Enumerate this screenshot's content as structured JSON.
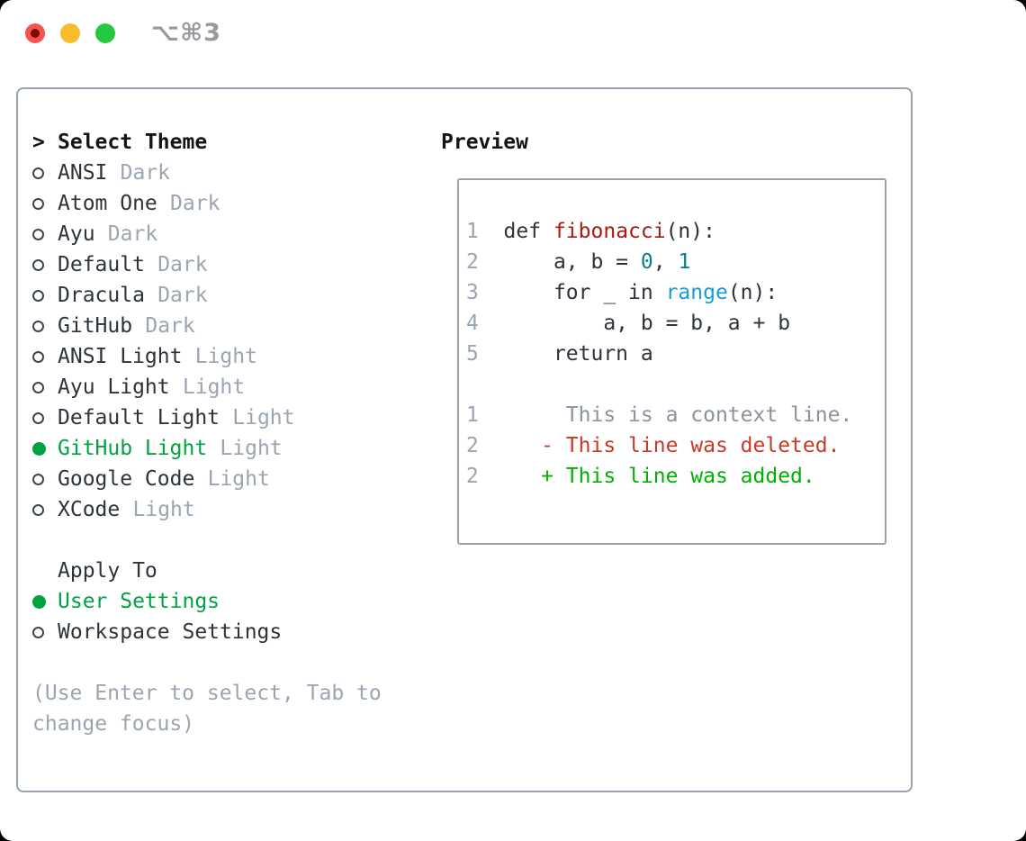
{
  "window": {
    "title": "⌥⌘3"
  },
  "colors": {
    "accent_green": "#00a341",
    "added_green": "#00b000",
    "deleted_red": "#c63a26",
    "function_red": "#a51c12",
    "number_teal": "#0c7d87",
    "builtin_blue": "#199bd9",
    "muted_gray": "#9aa5b1",
    "context_gray": "#8b939c",
    "text_dark": "#2d333b",
    "header_black": "#111418",
    "border_gray": "#98a2ad"
  },
  "select_theme": {
    "cursor": ">",
    "title": "Select Theme"
  },
  "themes": [
    {
      "name": "ANSI",
      "tag": "Dark",
      "selected": false
    },
    {
      "name": "Atom One",
      "tag": "Dark",
      "selected": false
    },
    {
      "name": "Ayu",
      "tag": "Dark",
      "selected": false
    },
    {
      "name": "Default",
      "tag": "Dark",
      "selected": false
    },
    {
      "name": "Dracula",
      "tag": "Dark",
      "selected": false
    },
    {
      "name": "GitHub",
      "tag": "Dark",
      "selected": false
    },
    {
      "name": "ANSI Light",
      "tag": "Light",
      "selected": false
    },
    {
      "name": "Ayu Light",
      "tag": "Light",
      "selected": false
    },
    {
      "name": "Default Light",
      "tag": "Light",
      "selected": false
    },
    {
      "name": "GitHub Light",
      "tag": "Light",
      "selected": true
    },
    {
      "name": "Google Code",
      "tag": "Light",
      "selected": false
    },
    {
      "name": "XCode",
      "tag": "Light",
      "selected": false
    }
  ],
  "apply_to": {
    "label": "Apply To",
    "options": [
      {
        "label": "User Settings",
        "selected": true
      },
      {
        "label": "Workspace Settings",
        "selected": false
      }
    ]
  },
  "hint": "(Use Enter to select, Tab to change focus)",
  "preview": {
    "title": "Preview",
    "lines": [
      {
        "segs": [
          {
            "t": "1",
            "c": "num"
          },
          {
            "t": "  def ",
            "c": "code"
          },
          {
            "t": "fibonacci",
            "c": "fn"
          },
          {
            "t": "(n):",
            "c": "code"
          }
        ]
      },
      {
        "segs": [
          {
            "t": "2",
            "c": "num"
          },
          {
            "t": "      a, b = ",
            "c": "code"
          },
          {
            "t": "0",
            "c": "teal"
          },
          {
            "t": ", ",
            "c": "code"
          },
          {
            "t": "1",
            "c": "teal"
          }
        ]
      },
      {
        "segs": [
          {
            "t": "3",
            "c": "num"
          },
          {
            "t": "      for _ in ",
            "c": "code"
          },
          {
            "t": "range",
            "c": "blue"
          },
          {
            "t": "(n):",
            "c": "code"
          }
        ]
      },
      {
        "segs": [
          {
            "t": "4",
            "c": "num"
          },
          {
            "t": "          a, b = b, a + b",
            "c": "code"
          }
        ]
      },
      {
        "segs": [
          {
            "t": "5",
            "c": "num"
          },
          {
            "t": "      return a",
            "c": "code"
          }
        ]
      },
      {
        "segs": []
      },
      {
        "segs": [
          {
            "t": "1",
            "c": "num"
          },
          {
            "t": "       This is a context line.",
            "c": "ctx"
          }
        ]
      },
      {
        "segs": [
          {
            "t": "2",
            "c": "num"
          },
          {
            "t": "     ",
            "c": "code"
          },
          {
            "t": "- This line was deleted.",
            "c": "del"
          }
        ]
      },
      {
        "segs": [
          {
            "t": "2",
            "c": "num"
          },
          {
            "t": "     ",
            "c": "code"
          },
          {
            "t": "+ This line was added.",
            "c": "add"
          }
        ]
      }
    ]
  }
}
